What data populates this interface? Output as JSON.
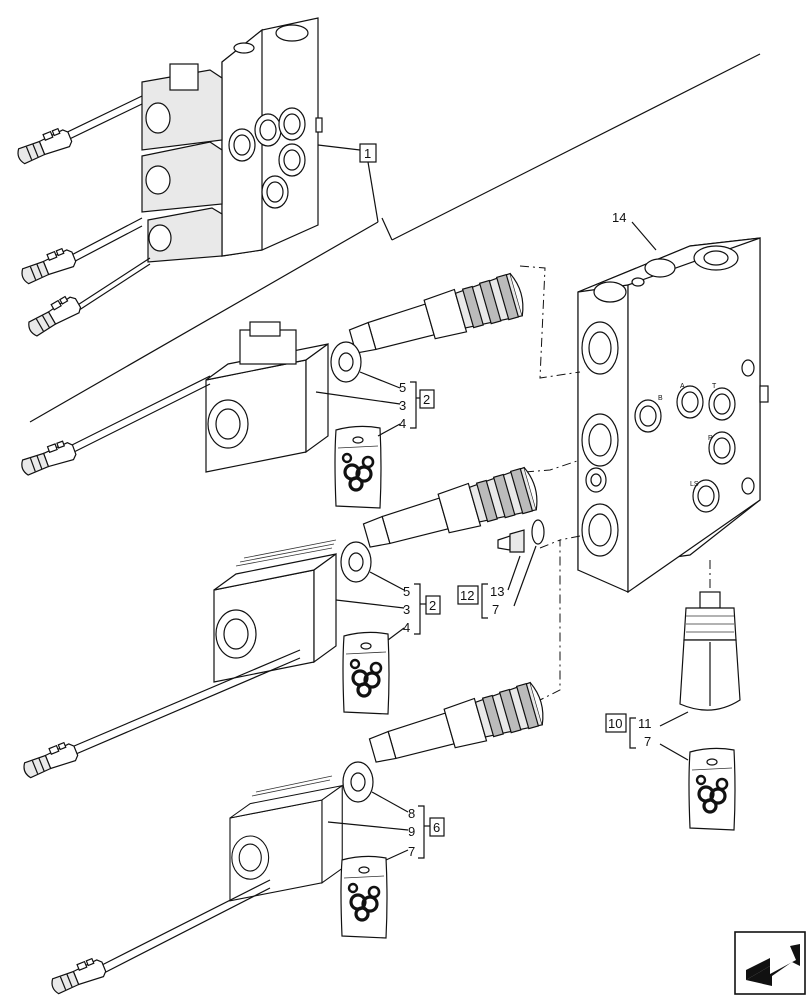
{
  "callouts": {
    "c1": "1",
    "c14": "14",
    "g1_a": "5",
    "g1_b": "3",
    "g1_c": "4",
    "g1_kit": "2",
    "g2_a": "5",
    "g2_b": "3",
    "g2_c": "4",
    "g2_kit": "2",
    "g3_a": "13",
    "g3_b": "7",
    "g3_kit": "12",
    "g4_a": "11",
    "g4_b": "7",
    "g4_kit": "10",
    "g5_a": "8",
    "g5_b": "9",
    "g5_c": "7",
    "g5_kit": "6"
  },
  "port_labels": {
    "b": "B",
    "a": "A",
    "t": "T",
    "p": "P",
    "ls": "LS"
  },
  "nav_icon": "next-page-arrow-icon"
}
